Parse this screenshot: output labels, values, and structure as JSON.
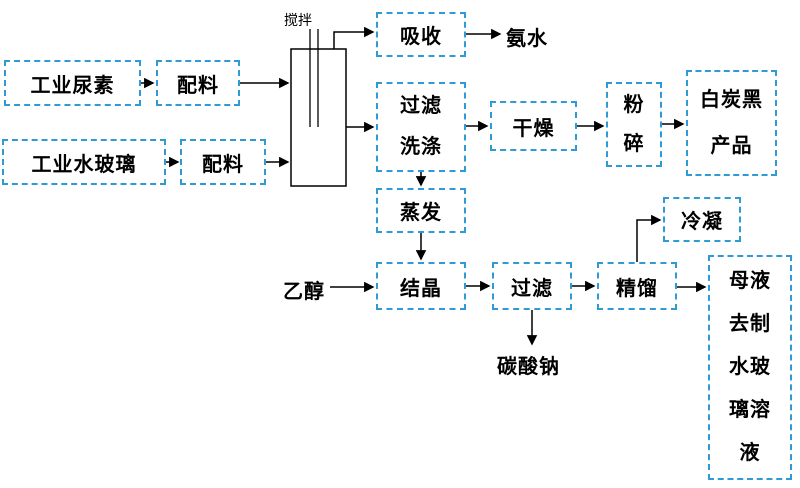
{
  "colors": {
    "box_border": "#2e9bd6",
    "line": "#000000",
    "text": "#000000",
    "background": "#ffffff"
  },
  "nodes": {
    "urea": "工业尿素",
    "batching1": "配料",
    "waterglass": "工业水玻璃",
    "batching2": "配料",
    "stirring": "搅拌",
    "absorption": "吸收",
    "ammonia": "氨水",
    "filter_wash": "过滤\n洗涤",
    "drying": "干燥",
    "crushing": "粉\n碎",
    "product": "白炭黑\n产品",
    "evaporation": "蒸发",
    "ethanol": "乙醇",
    "crystallization": "结晶",
    "filtration": "过滤",
    "sodium_carbonate": "碳酸钠",
    "rectification": "精馏",
    "condensation": "冷凝",
    "mother_liquor": "母液\n去制\n水玻\n璃溶\n液"
  },
  "edges": [
    {
      "from": "urea",
      "to": "batching1"
    },
    {
      "from": "batching1",
      "to": "reactor"
    },
    {
      "from": "waterglass",
      "to": "batching2"
    },
    {
      "from": "batching2",
      "to": "reactor"
    },
    {
      "from": "reactor",
      "to": "absorption"
    },
    {
      "from": "absorption",
      "to": "ammonia"
    },
    {
      "from": "reactor",
      "to": "filter_wash"
    },
    {
      "from": "filter_wash",
      "to": "drying"
    },
    {
      "from": "drying",
      "to": "crushing"
    },
    {
      "from": "crushing",
      "to": "product"
    },
    {
      "from": "filter_wash",
      "to": "evaporation"
    },
    {
      "from": "evaporation",
      "to": "crystallization"
    },
    {
      "from": "ethanol",
      "to": "crystallization"
    },
    {
      "from": "crystallization",
      "to": "filtration"
    },
    {
      "from": "filtration",
      "to": "sodium_carbonate"
    },
    {
      "from": "filtration",
      "to": "rectification"
    },
    {
      "from": "rectification",
      "to": "condensation"
    },
    {
      "from": "rectification",
      "to": "mother_liquor"
    }
  ]
}
